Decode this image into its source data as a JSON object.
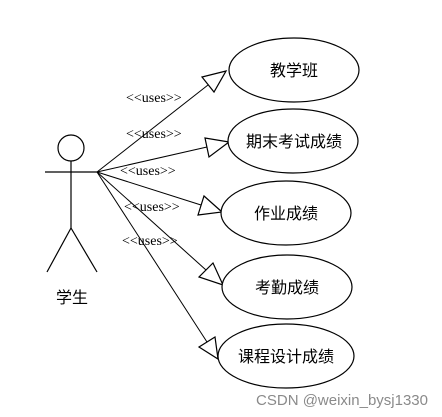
{
  "actor": {
    "label": "学生"
  },
  "use_cases": [
    {
      "label": "教学班"
    },
    {
      "label": "期末考试成绩"
    },
    {
      "label": "作业成绩"
    },
    {
      "label": "考勤成绩"
    },
    {
      "label": "课程设计成绩"
    }
  ],
  "relationships": [
    {
      "stereotype": "<<uses>>"
    },
    {
      "stereotype": "<<uses>>"
    },
    {
      "stereotype": "<<uses>>"
    },
    {
      "stereotype": "<<uses>>"
    },
    {
      "stereotype": "<<uses>>"
    }
  ],
  "watermark": {
    "text": "CSDN @weixin_bysj1330"
  }
}
